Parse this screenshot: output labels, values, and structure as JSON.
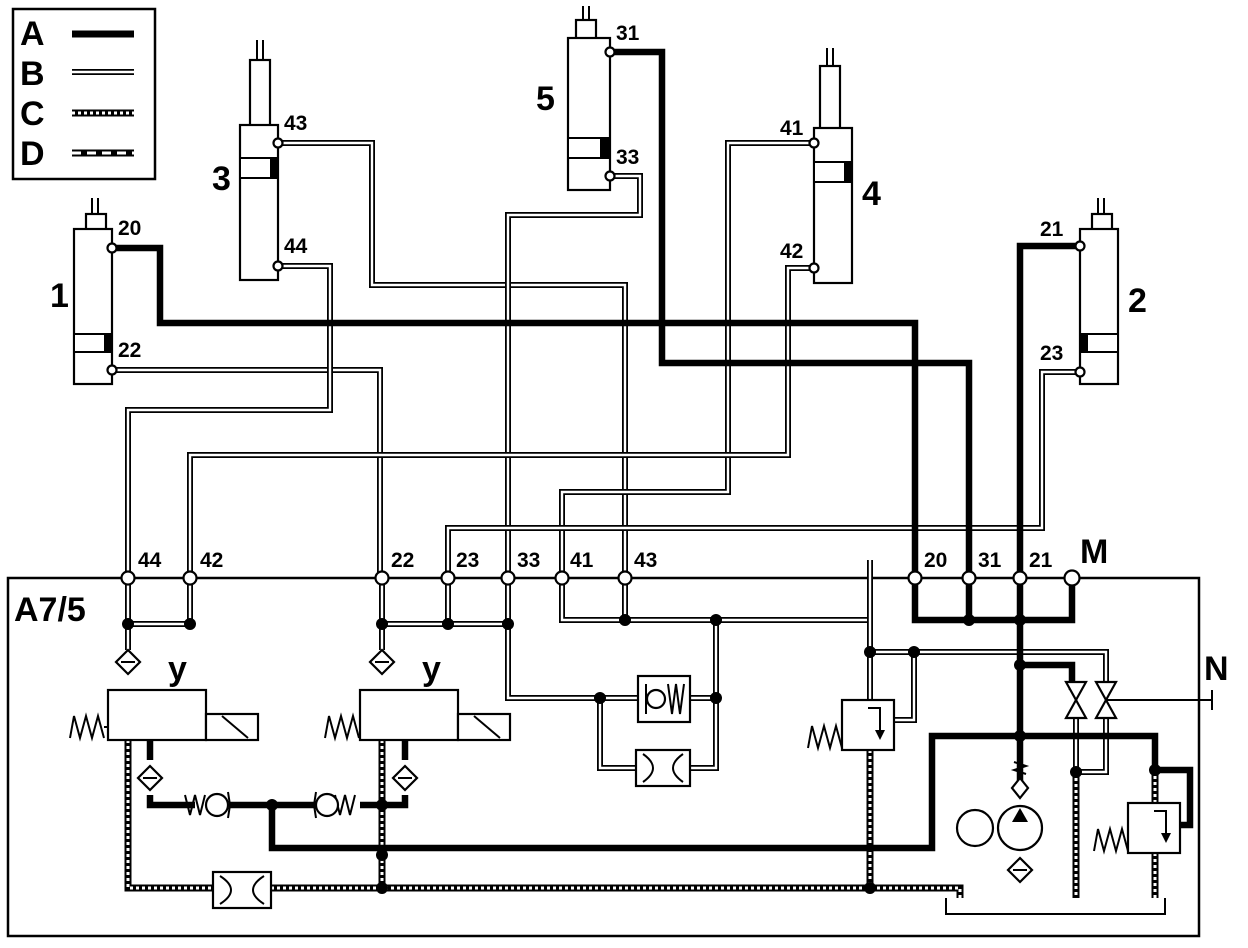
{
  "legend": [
    {
      "key": "A",
      "style": "thick-solid"
    },
    {
      "key": "B",
      "style": "double-thin"
    },
    {
      "key": "C",
      "style": "dotted"
    },
    {
      "key": "D",
      "style": "dashed"
    }
  ],
  "cylinders": {
    "c1": {
      "number": "1",
      "port_top": "20",
      "port_bottom": "22"
    },
    "c2": {
      "number": "2",
      "port_top": "21",
      "port_bottom": "23"
    },
    "c3": {
      "number": "3",
      "port_top": "43",
      "port_bottom": "44"
    },
    "c4": {
      "number": "4",
      "port_top": "41",
      "port_bottom": "42"
    },
    "c5": {
      "number": "5",
      "port_top": "31",
      "port_bottom": "33"
    }
  },
  "unit": {
    "name": "A7/5",
    "ports": [
      "44",
      "42",
      "22",
      "23",
      "33",
      "41",
      "43",
      "20",
      "31",
      "21",
      "M"
    ],
    "valve_label": "y",
    "side_label": "N"
  }
}
